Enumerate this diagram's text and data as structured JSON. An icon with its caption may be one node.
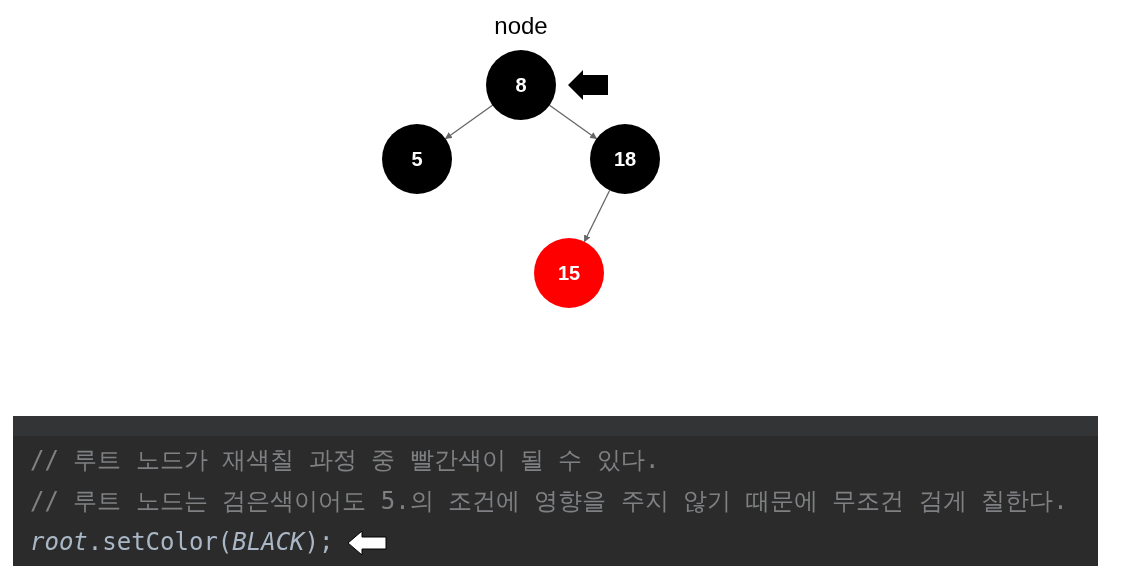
{
  "diagram": {
    "nodes": [
      {
        "text": [
          "8"
        ],
        "beside": [
          "node"
        ]
      },
      {
        "text": [
          "5"
        ]
      },
      {
        "text": [
          "18"
        ]
      },
      {
        "text": [
          "15"
        ]
      }
    ],
    "edges": [
      {
        "from": 0,
        "to": 1,
        "arrow": "to"
      },
      {
        "from": 0,
        "to": 2,
        "arrow": "to"
      },
      {
        "from": 2,
        "to": 3,
        "arrow": "to"
      },
      {
        "from": null,
        "to": 0,
        "arrow": "to",
        "style": "thick",
        "color": "#000000"
      }
    ],
    "labels": [
      "// 루트 노드가 재색칠 과정 중 빨간색이 될 수 있다.",
      "// 루트 노드는 검은색이어도 5.의 조건에 영향을 주지 않기 때문에 무조건 검게 칠한다.",
      "*root*.setColor(*BLACK*);"
    ]
  }
}
